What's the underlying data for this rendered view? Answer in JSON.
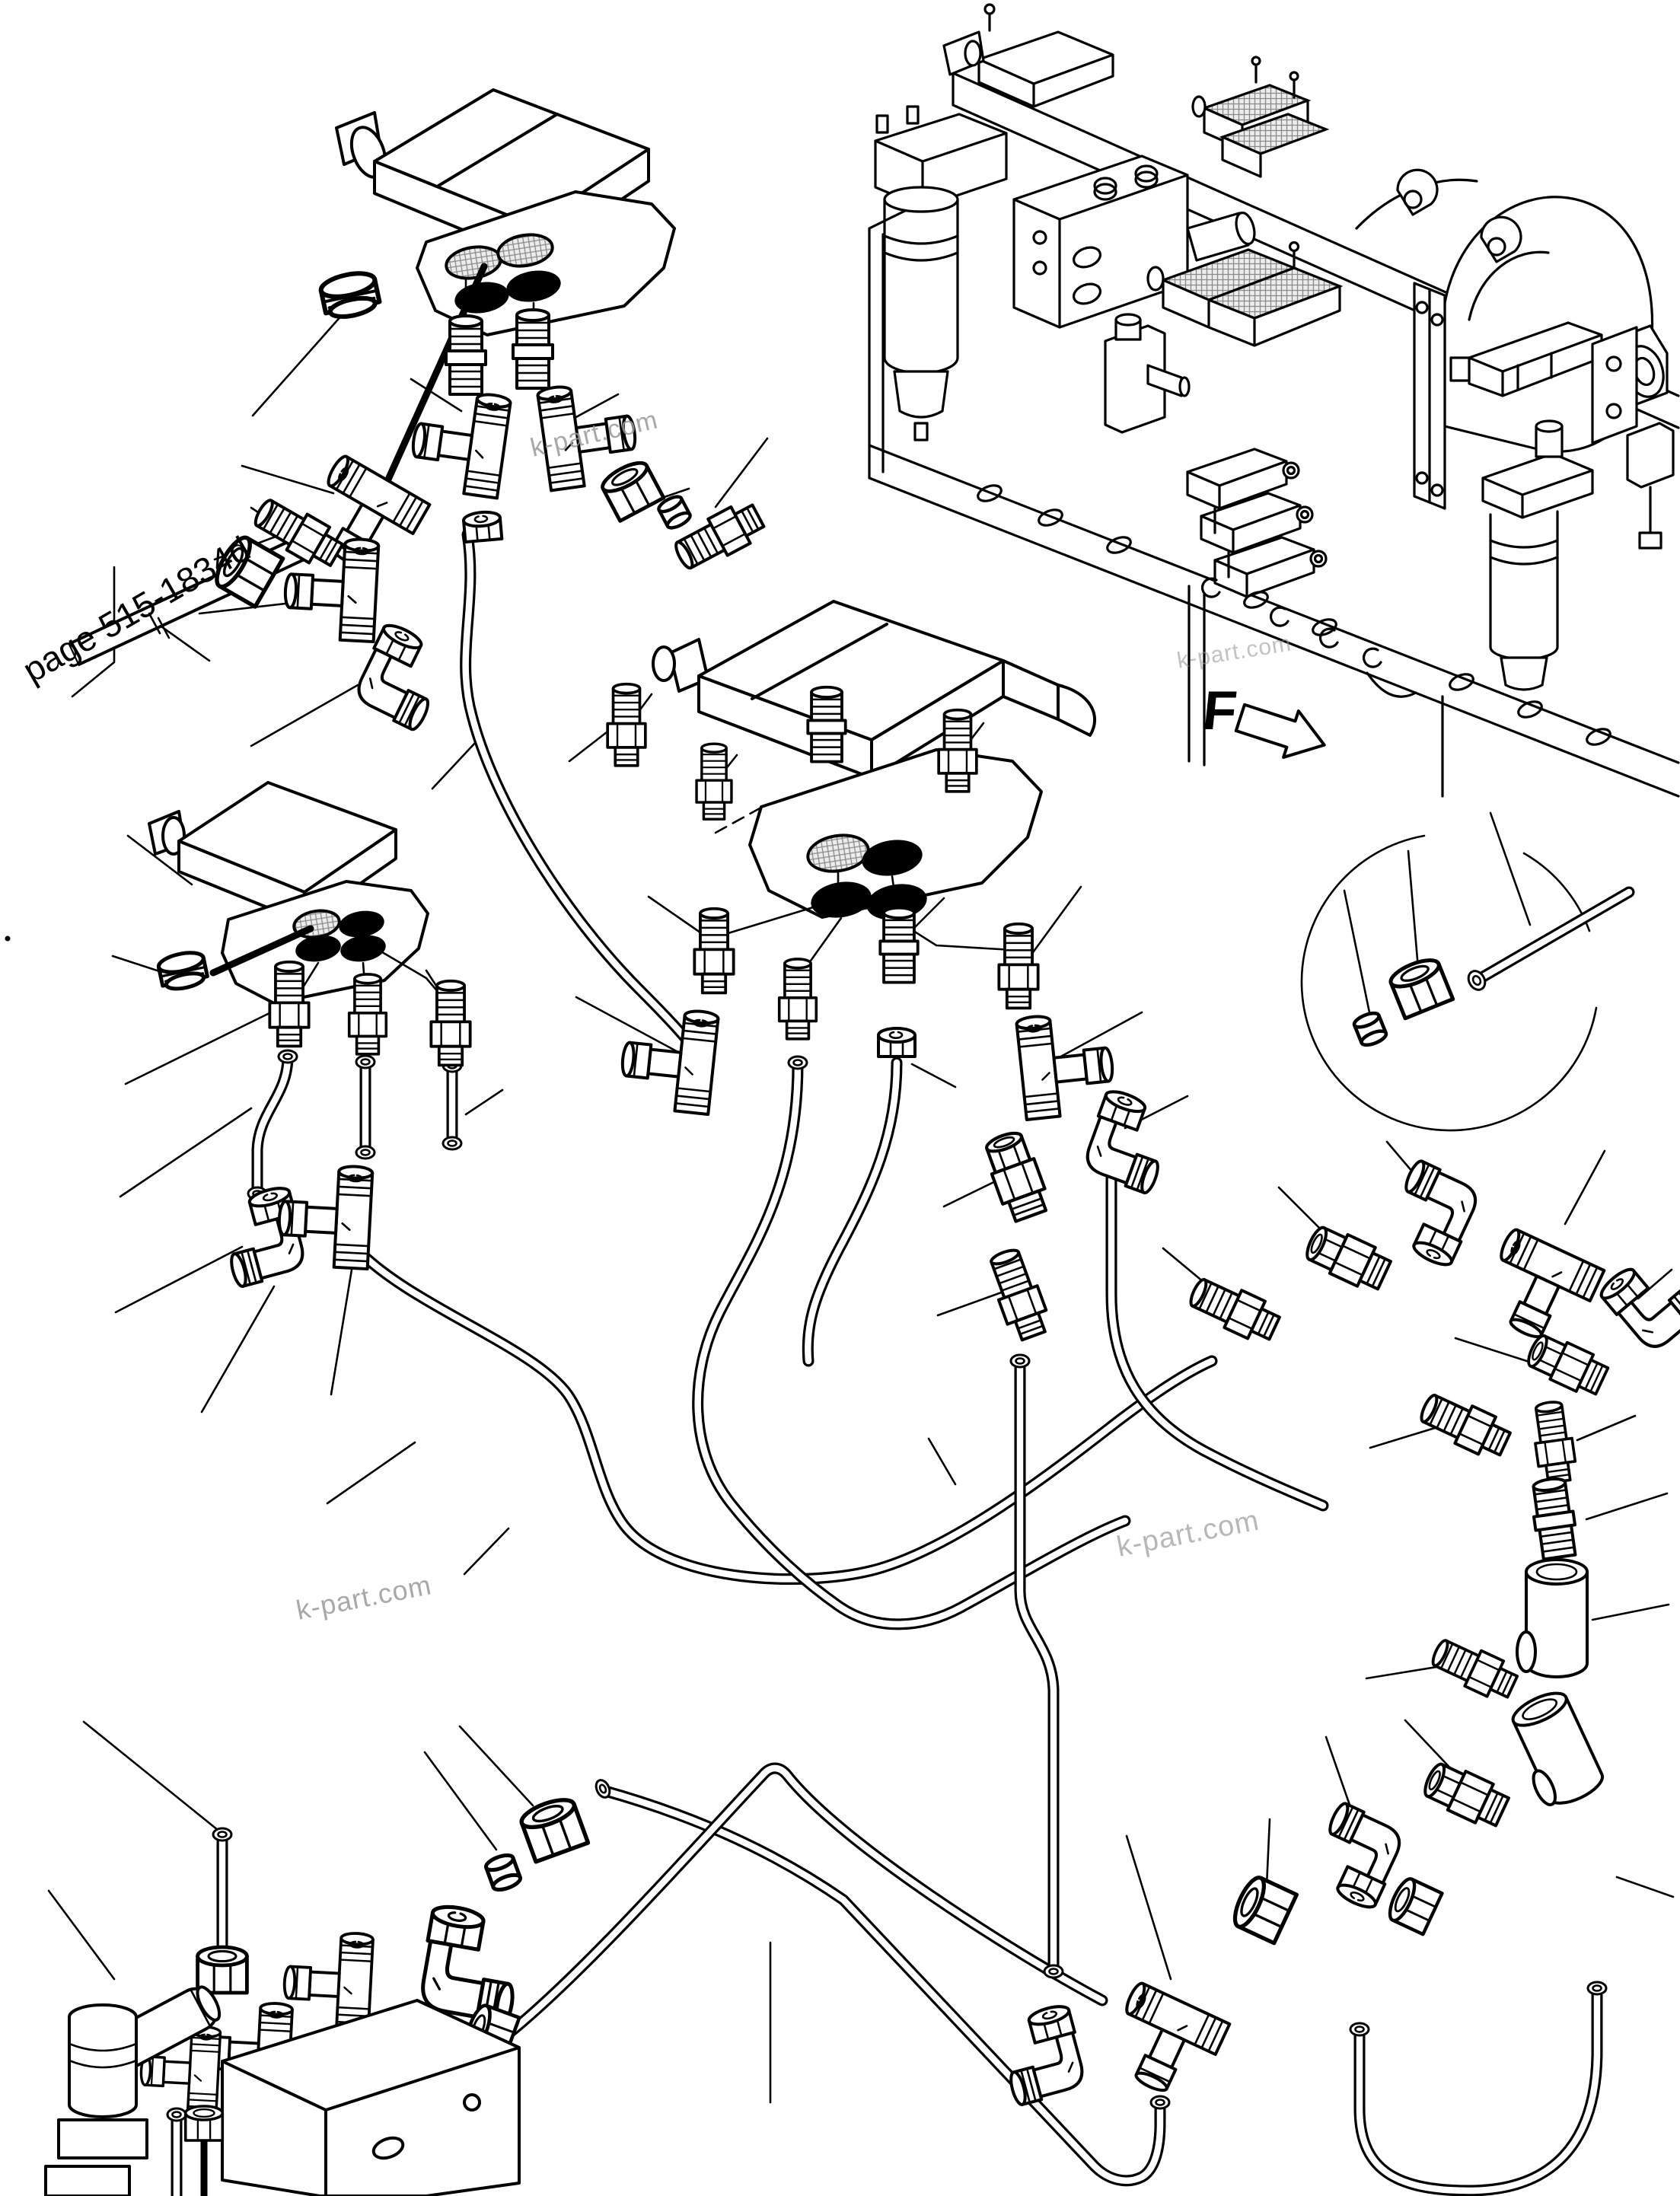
{
  "diagram": {
    "type": "exploded-parts-diagram",
    "subject": "hydraulic pilot piping and tube fittings",
    "page_reference": "page 515-1834d",
    "view_label": "F",
    "watermark_text": "k-part.com",
    "watermarks": [
      {
        "text": "k-part.com"
      },
      {
        "text": "k-part.com"
      },
      {
        "text": "k-part.com"
      },
      {
        "text": "k-part.com"
      }
    ],
    "colors": {
      "line": "#000000",
      "background": "#ffffff",
      "watermark": "#9a9a9a",
      "port_seal": "#000000",
      "port_seal_hatched": "#8a8a8a"
    },
    "components": [
      {
        "name": "solenoid pilot valve block (exploded)",
        "qty": 3
      },
      {
        "name": "pump / filter assembly overview (view F)",
        "qty": 1
      },
      {
        "name": "detail balloon (ferrule, cap nut, tube end)",
        "qty": 1
      },
      {
        "name": "hex socket plug",
        "qty": 2
      },
      {
        "name": "straight stud nipple",
        "qty": 9
      },
      {
        "name": "male stud connector with nut",
        "qty": 12
      },
      {
        "name": "union connector",
        "qty": 5
      },
      {
        "name": "tee connector",
        "qty": 12
      },
      {
        "name": "elbow connector",
        "qty": 8
      },
      {
        "name": "cap nut",
        "qty": 9
      },
      {
        "name": "ferrule sleeve",
        "qty": 3
      },
      {
        "name": "bent steel tube",
        "qty": 14
      },
      {
        "name": "hose (continues on page 515-1834d)",
        "qty": 1
      },
      {
        "name": "manifold block",
        "qty": 2
      },
      {
        "name": "port seal, hatched",
        "qty": 4
      },
      {
        "name": "port seal, solid",
        "qty": 10
      }
    ]
  }
}
